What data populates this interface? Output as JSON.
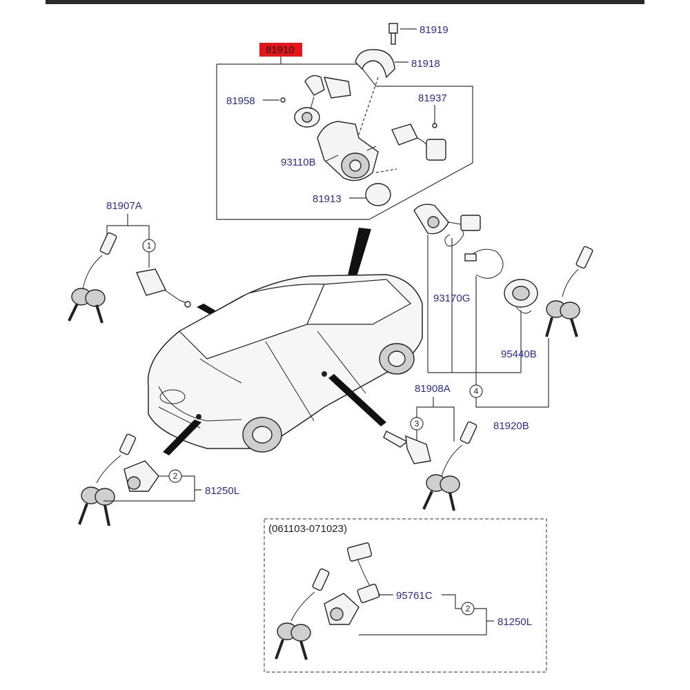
{
  "diagram": {
    "highlight_label": "81910",
    "date_range": "(061103-071023)",
    "part_labels": [
      {
        "id": "81919",
        "text": "81919"
      },
      {
        "id": "81918",
        "text": "81918"
      },
      {
        "id": "81958",
        "text": "81958"
      },
      {
        "id": "81937",
        "text": "81937"
      },
      {
        "id": "93110B",
        "text": "93110B"
      },
      {
        "id": "81913",
        "text": "81913"
      },
      {
        "id": "81907A",
        "text": "81907A"
      },
      {
        "id": "93170G",
        "text": "93170G"
      },
      {
        "id": "95440B",
        "text": "95440B"
      },
      {
        "id": "81908A",
        "text": "81908A"
      },
      {
        "id": "81920B",
        "text": "81920B"
      },
      {
        "id": "81250L",
        "text": "81250L"
      },
      {
        "id": "95761C",
        "text": "95761C"
      },
      {
        "id": "81250L_b",
        "text": "81250L"
      }
    ],
    "callouts": [
      "1",
      "2",
      "3",
      "4",
      "2"
    ],
    "colors": {
      "label": "#2a2aa8",
      "highlight": "#e8141a",
      "line": "#333333"
    }
  }
}
